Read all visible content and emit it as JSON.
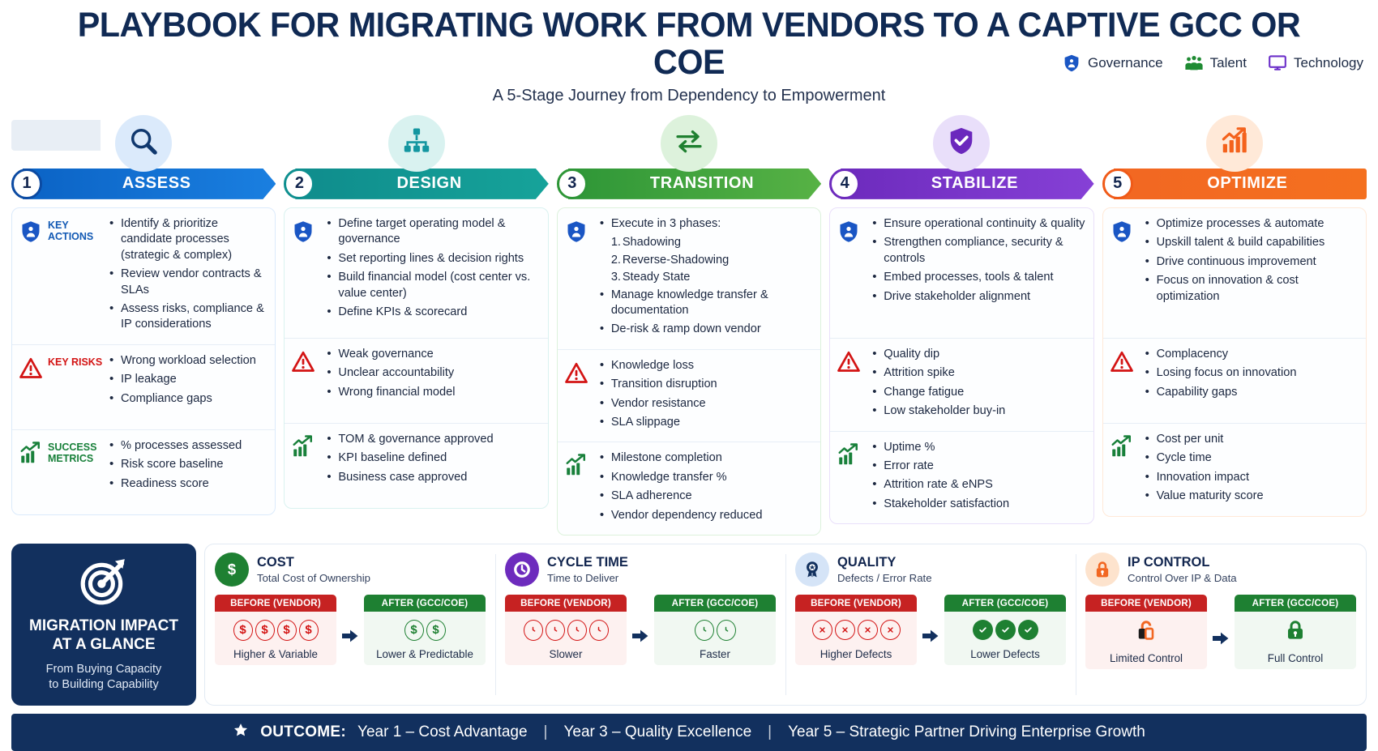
{
  "header": {
    "title": "PLAYBOOK FOR MIGRATING WORK FROM VENDORS TO A CAPTIVE GCC OR COE",
    "subtitle": "A 5-Stage Journey from Dependency to Empowerment",
    "legend": [
      {
        "label": "Governance",
        "icon": "shield-person-icon",
        "color": "#1a56c4"
      },
      {
        "label": "Talent",
        "icon": "people-group-icon",
        "color": "#1f8b33"
      },
      {
        "label": "Technology",
        "icon": "monitor-icon",
        "color": "#6b2fc9"
      }
    ]
  },
  "stages": [
    {
      "num": "1",
      "name": "ASSESS",
      "icon": "magnifier-icon",
      "color": "#0b63c5",
      "color2": "#1a7fe0",
      "ring": "#0b4aa2",
      "bubble": "#dbeafb",
      "icon_color": "#10386e"
    },
    {
      "num": "2",
      "name": "DESIGN",
      "icon": "org-chart-icon",
      "color": "#0f8c8c",
      "color2": "#16a39a",
      "ring": "#0e8f8f",
      "bubble": "#d9f2f0",
      "icon_color": "#1396a0"
    },
    {
      "num": "3",
      "name": "TRANSITION",
      "icon": "two-way-arrow-icon",
      "color": "#2e9637",
      "color2": "#57b245",
      "ring": "#2e9637",
      "bubble": "#ddf2dc",
      "icon_color": "#1f8030"
    },
    {
      "num": "4",
      "name": "STABILIZE",
      "icon": "shield-check-icon",
      "color": "#6d2bbd",
      "color2": "#8640d6",
      "ring": "#6d2bbd",
      "bubble": "#e9dffa",
      "icon_color": "#6b28bd"
    },
    {
      "num": "5",
      "name": "OPTIMIZE",
      "icon": "growth-chart-icon",
      "color": "#f26722",
      "color2": "#f4701f",
      "ring": "#f05a18",
      "bubble": "#ffe9d8",
      "icon_color": "#f4621c"
    }
  ],
  "rows": [
    {
      "key": "key_actions",
      "label_line1": "KEY",
      "label_line2": "ACTIONS",
      "icon": "shield-person-icon",
      "cls": "kactions"
    },
    {
      "key": "key_risks",
      "label_line1": "KEY RISKS",
      "label_line2": "",
      "icon": "warning-triangle-icon",
      "cls": "krisks"
    },
    {
      "key": "success_metrics",
      "label_line1": "SUCCESS",
      "label_line2": "METRICS",
      "icon": "bar-growth-icon",
      "cls": "kmetrics"
    }
  ],
  "matrix": {
    "key_actions": [
      [
        "Identify & prioritize candidate processes (strategic & complex)",
        "Review vendor contracts & SLAs",
        "Assess risks, compliance & IP considerations"
      ],
      [
        "Define target operating model & governance",
        "Set reporting lines & decision rights",
        "Build financial model (cost center vs. value center)",
        "Define KPIs & scorecard"
      ],
      [
        "Execute in 3 phases:",
        "1. Shadowing",
        "2. Reverse-Shadowing",
        "3. Steady State",
        "Manage knowledge transfer & documentation",
        "De-risk & ramp down vendor"
      ],
      [
        "Ensure operational continuity & quality",
        "Strengthen compliance, security & controls",
        "Embed processes, tools & talent",
        "Drive stakeholder alignment"
      ],
      [
        "Optimize processes & automate",
        "Upskill talent & build capabilities",
        "Drive continuous improvement",
        "Focus on innovation & cost optimization"
      ]
    ],
    "key_risks": [
      [
        "Wrong workload selection",
        "IP leakage",
        "Compliance gaps"
      ],
      [
        "Weak governance",
        "Unclear accountability",
        "Wrong financial model"
      ],
      [
        "Knowledge loss",
        "Transition disruption",
        "Vendor resistance",
        "SLA slippage"
      ],
      [
        "Quality dip",
        "Attrition spike",
        "Change fatigue",
        "Low stakeholder buy-in"
      ],
      [
        "Complacency",
        "Losing focus on innovation",
        "Capability gaps"
      ]
    ],
    "success_metrics": [
      [
        "% processes assessed",
        "Risk score baseline",
        "Readiness score"
      ],
      [
        "TOM & governance approved",
        "KPI baseline defined",
        "Business case approved"
      ],
      [
        "Milestone completion",
        "Knowledge transfer %",
        "SLA adherence",
        "Vendor dependency reduced"
      ],
      [
        "Uptime %",
        "Error rate",
        "Attrition rate & eNPS",
        "Stakeholder satisfaction"
      ],
      [
        "Cost per unit",
        "Cycle time",
        "Innovation impact",
        "Value maturity score"
      ]
    ]
  },
  "impact": {
    "hero": {
      "icon": "target-arrow-icon",
      "title_line1": "MIGRATION IMPACT",
      "title_line2": "AT A GLANCE",
      "sub_line1": "From Buying Capacity",
      "sub_line2": "to Building Capability"
    },
    "before_label": "BEFORE (VENDOR)",
    "after_label": "AFTER (GCC/COE)",
    "cards": [
      {
        "title": "COST",
        "subtitle": "Total Cost of Ownership",
        "icon": "dollar-circle-icon",
        "icon_color": "#1e8032",
        "bubble": "#1e8032",
        "bubble_style": "solid",
        "before": {
          "glyph": "dollar-outline-icon",
          "count": 4,
          "caption": "Higher & Variable"
        },
        "after": {
          "glyph": "dollar-outline-icon",
          "count": 2,
          "caption": "Lower & Predictable"
        }
      },
      {
        "title": "CYCLE TIME",
        "subtitle": "Time to Deliver",
        "icon": "clock-icon",
        "icon_color": "#6d2bbd",
        "bubble": "#6d2bbd",
        "bubble_style": "solid",
        "before": {
          "glyph": "clock-outline-icon",
          "count": 4,
          "caption": "Slower"
        },
        "after": {
          "glyph": "clock-outline-icon",
          "count": 2,
          "caption": "Faster"
        }
      },
      {
        "title": "QUALITY",
        "subtitle": "Defects / Error Rate",
        "icon": "quality-badge-icon",
        "icon_color": "#12305e",
        "bubble": "#d5e4f7",
        "bubble_style": "light",
        "before": {
          "glyph": "x-circle-outline-icon",
          "count": 4,
          "caption": "Higher Defects"
        },
        "after": {
          "glyph": "check-circle-filled-icon",
          "count": 3,
          "caption": "Lower Defects"
        }
      },
      {
        "title": "IP CONTROL",
        "subtitle": "Control Over IP & Data",
        "icon": "lock-icon",
        "icon_color": "#f26722",
        "bubble": "#fde3cd",
        "bubble_style": "light",
        "before": {
          "glyph": "unlocked-padlock-icon",
          "count": 1,
          "caption": "Limited Control"
        },
        "after": {
          "glyph": "locked-padlock-icon",
          "count": 1,
          "caption": "Full Control"
        }
      }
    ]
  },
  "outcome": {
    "icon": "star-icon",
    "lead": "OUTCOME:",
    "items": [
      "Year 1 – Cost Advantage",
      "Year 3 – Quality Excellence",
      "Year 5 – Strategic Partner Driving Enterprise Growth"
    ],
    "separator": "|"
  }
}
